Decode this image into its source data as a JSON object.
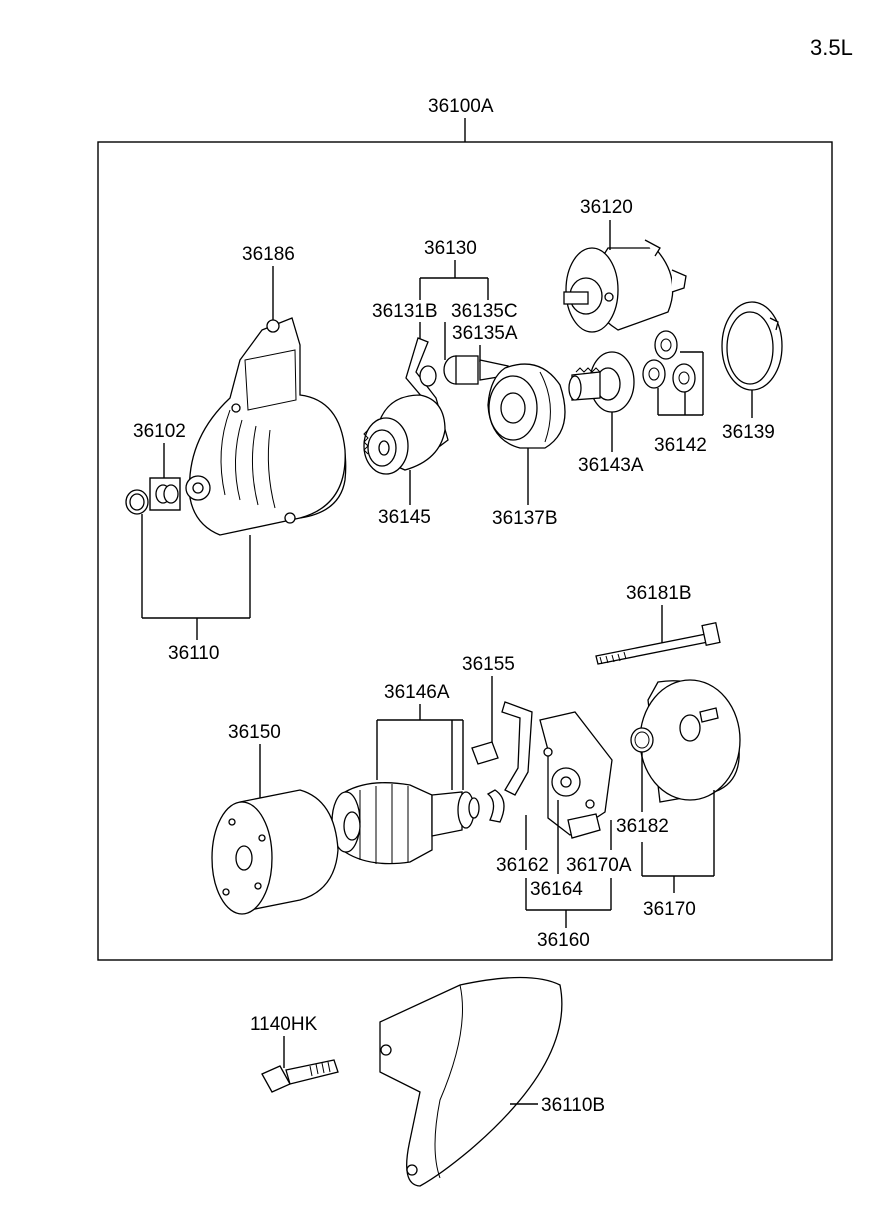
{
  "variant_label": "3.5L",
  "assembly_label": "36100A",
  "parts": {
    "p36120": "36120",
    "p36130": "36130",
    "p36131B": "36131B",
    "p36135C": "36135C",
    "p36135A": "36135A",
    "p36186": "36186",
    "p36102": "36102",
    "p36145": "36145",
    "p36137B": "36137B",
    "p36143A": "36143A",
    "p36142": "36142",
    "p36139": "36139",
    "p36110": "36110",
    "p36181B": "36181B",
    "p36155": "36155",
    "p36146A": "36146A",
    "p36150": "36150",
    "p36182": "36182",
    "p36162": "36162",
    "p36170A": "36170A",
    "p36164": "36164",
    "p36170": "36170",
    "p36160": "36160",
    "p1140HK": "1140HK",
    "p36110B": "36110B"
  }
}
